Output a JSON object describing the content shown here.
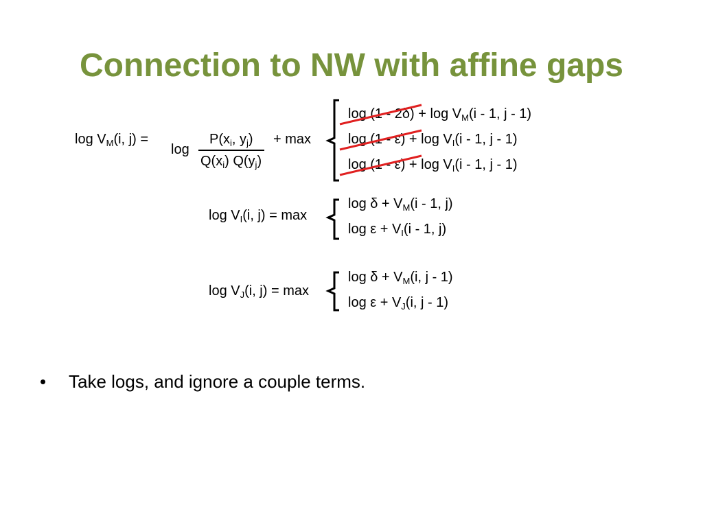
{
  "slide": {
    "title": "Connection to NW with affine gaps",
    "accent_color": "#77933c",
    "strike_color": "#e02020"
  },
  "eq_m": {
    "lhs": {
      "pre": "log V",
      "sub": "M",
      "post": "(i, j) ="
    },
    "log_word": "log",
    "numerator": {
      "p1": "P(x",
      "s1": "i",
      "p2": ", y",
      "s2": "j",
      "p3": ")"
    },
    "denominator": {
      "p1": "Q(x",
      "s1": "i",
      "p2": ") Q(y",
      "s2": "j",
      "p3": ")"
    },
    "plus_max": "+ max",
    "cases": [
      {
        "pre": "log (1 - 2δ) + log V",
        "sub": "M",
        "post": "(i - 1, j - 1)"
      },
      {
        "pre": "log (1 - ε) + log V",
        "sub": "I",
        "post": "(i - 1, j - 1)"
      },
      {
        "pre": "log (1 - ε) + log V",
        "sub": "I",
        "post": "(i - 1, j - 1)"
      }
    ]
  },
  "eq_i": {
    "lhs": {
      "pre": "log V",
      "sub": "I",
      "post": "(i, j) = max"
    },
    "cases": [
      {
        "pre": "log δ + V",
        "sub": "M",
        "post": "(i - 1, j)"
      },
      {
        "pre": "log ε + V",
        "sub": "I",
        "post": "(i - 1, j)"
      }
    ]
  },
  "eq_j": {
    "lhs": {
      "pre": "log V",
      "sub": "J",
      "post": "(i, j) = max"
    },
    "cases": [
      {
        "pre": "log δ + V",
        "sub": "M",
        "post": "(i, j - 1)"
      },
      {
        "pre": "log ε + V",
        "sub": "J",
        "post": "(i, j - 1)"
      }
    ]
  },
  "bullets": [
    {
      "symbol": "•",
      "text": "Take logs, and ignore a couple terms."
    }
  ]
}
